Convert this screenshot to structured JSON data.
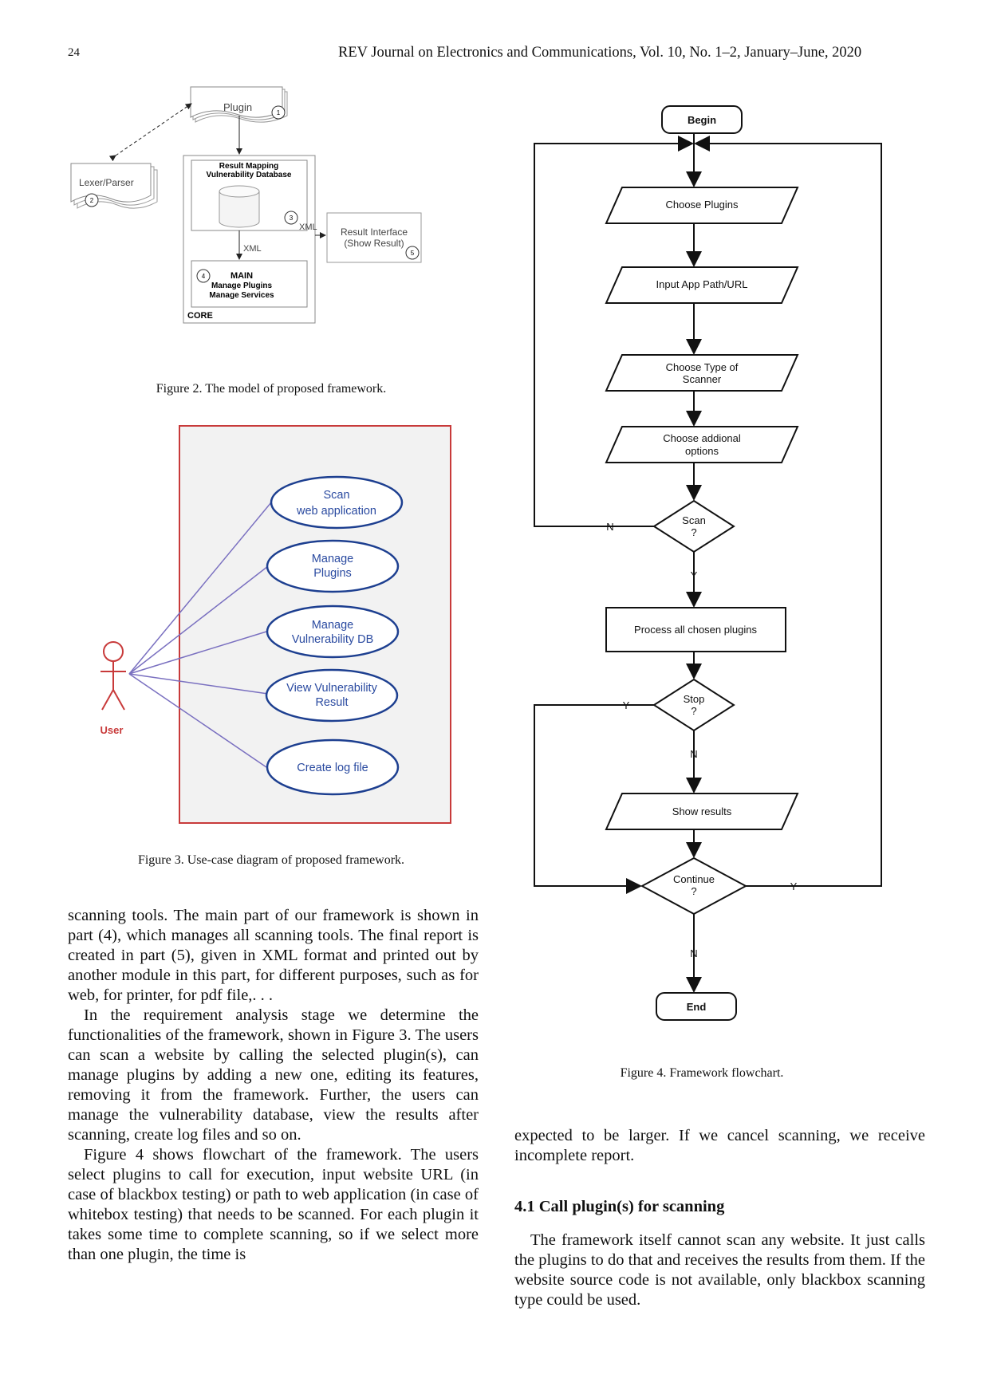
{
  "header": {
    "page_number": "24",
    "journal": "REV Journal on Electronics and Communications, Vol. 10, No. 1–2, January–June, 2020"
  },
  "figure2": {
    "caption": "Figure 2. The model of proposed framework.",
    "plugin": "Plugin",
    "lexer": "Lexer/Parser",
    "db_title_1": "Result Mapping",
    "db_title_2": "Vulnerability Database",
    "xml_right": "XML",
    "xml_down": "XML",
    "result_1": "Result Interface",
    "result_2": "(Show Result)",
    "main": "MAIN",
    "main_1": "Manage Plugins",
    "main_2": "Manage Services",
    "core": "CORE",
    "n1": "1",
    "n2": "2",
    "n3": "3",
    "n4": "4",
    "n5": "5"
  },
  "figure3": {
    "caption": "Figure 3. Use-case diagram of proposed framework.",
    "actor": "User",
    "use_cases": [
      [
        "Scan",
        "web application"
      ],
      [
        "Manage",
        "Plugins"
      ],
      [
        "Manage",
        "Vulnerability DB"
      ],
      [
        "View Vulnerability",
        "Result"
      ],
      [
        "Create log file"
      ]
    ]
  },
  "figure4": {
    "caption": "Figure 4. Framework flowchart.",
    "begin": "Begin",
    "choose_plugins": "Choose Plugins",
    "input_app": "Input App Path/URL",
    "type_1": "Choose Type of",
    "type_2": "Scanner",
    "opt_1": "Choose addional",
    "opt_2": "options",
    "scan_1": "Scan",
    "scan_2": "?",
    "process": "Process all chosen plugins",
    "stop_1": "Stop",
    "stop_2": "?",
    "show": "Show results",
    "cont_1": "Continue",
    "cont_2": "?",
    "end": "End",
    "n": "N",
    "y": "Y"
  },
  "left_text": {
    "p1": "scanning tools. The main part of our framework is shown in part (4), which manages all scanning tools. The final report is created in part (5), given in XML format and printed out by another module in this part, for different purposes, such as for web, for printer, for pdf file,. . .",
    "p2": "In the requirement analysis stage we determine the functionalities of the framework, shown in Figure 3. The users can scan a website by calling the selected plugin(s), can manage plugins by adding a new one, editing its features, removing it from the framework. Further, the users can manage the vulnerability database, view the results after scanning, create log files and so on.",
    "p3": "Figure 4 shows flowchart of the framework. The users select plugins to call for execution, input website URL (in case of blackbox testing) or path to web application (in case of whitebox testing) that needs to be scanned. For each plugin it takes some time to complete scanning, so if we select more than one plugin, the time is"
  },
  "right_text": {
    "p1": "expected to be larger. If we cancel scanning, we receive incomplete report.",
    "section": "4.1  Call plugin(s) for scanning",
    "p2": "The framework itself cannot scan any website. It just calls the plugins to do that and receives the results from them. If the website source code is not available, only blackbox scanning type could be used."
  }
}
